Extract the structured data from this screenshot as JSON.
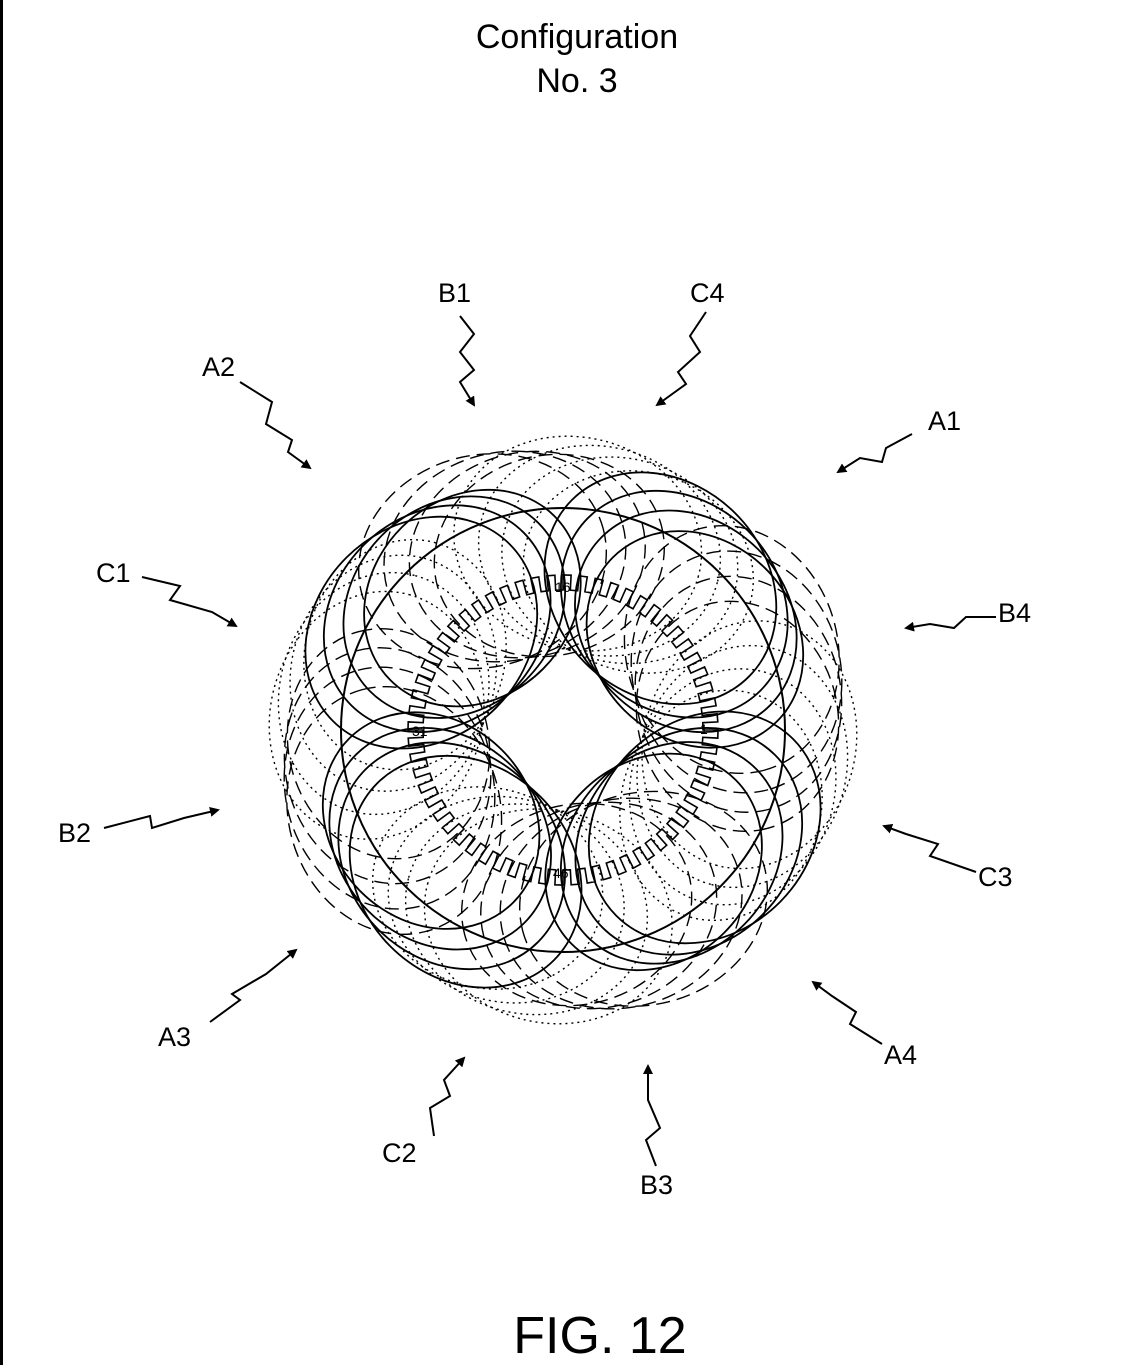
{
  "title": {
    "line1": "Configuration",
    "line2": "No. 3"
  },
  "figure_label": "FIG. 12",
  "tooth_numbers": {
    "right": "1",
    "top": "16",
    "left": "31",
    "bottom": "46"
  },
  "coil_labels": {
    "A1": "A1",
    "A2": "A2",
    "A3": "A3",
    "A4": "A4",
    "B1": "B1",
    "B2": "B2",
    "B3": "B3",
    "B4": "B4",
    "C1": "C1",
    "C2": "C2",
    "C3": "C3",
    "C4": "C4"
  },
  "coil_phases": {
    "A": {
      "line_style": "solid"
    },
    "B": {
      "line_style": "dashed"
    },
    "C": {
      "line_style": "dotted"
    }
  },
  "stator": {
    "slot_count": 60
  }
}
